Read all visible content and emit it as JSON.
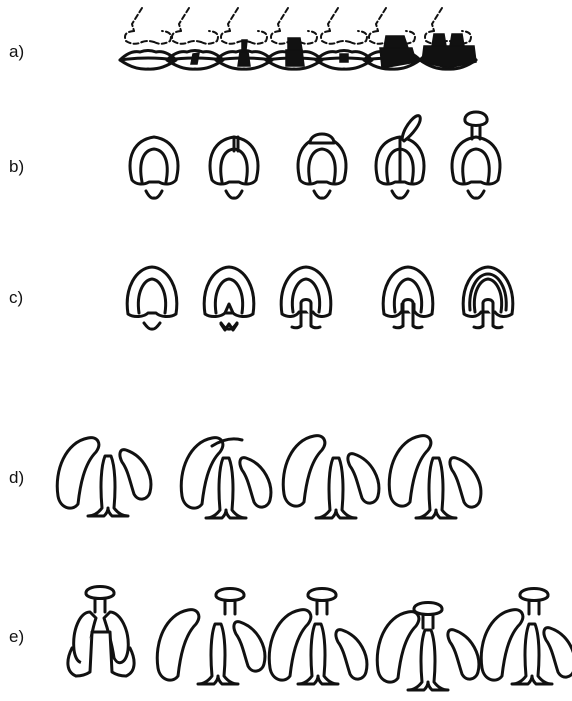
{
  "rows": [
    {
      "key": "a",
      "label": "a)"
    },
    {
      "key": "b",
      "label": "b)"
    },
    {
      "key": "c",
      "label": "c)"
    },
    {
      "key": "d",
      "label": "d)"
    },
    {
      "key": "e",
      "label": "e)"
    }
  ],
  "colors": {
    "ink": "#111111",
    "background": "#ffffff"
  }
}
